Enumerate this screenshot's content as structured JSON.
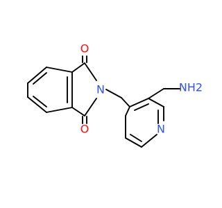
{
  "molecule": {
    "atoms": {
      "o_top": "O",
      "o_bottom": "O",
      "n_imide": "N",
      "n_pyridine": "N",
      "amine": "NH2"
    },
    "colors": {
      "oxygen": "#ff0d0d",
      "nitrogen": "#3050f8",
      "carbon_bond": "#000000",
      "background": "#ffffff"
    }
  }
}
